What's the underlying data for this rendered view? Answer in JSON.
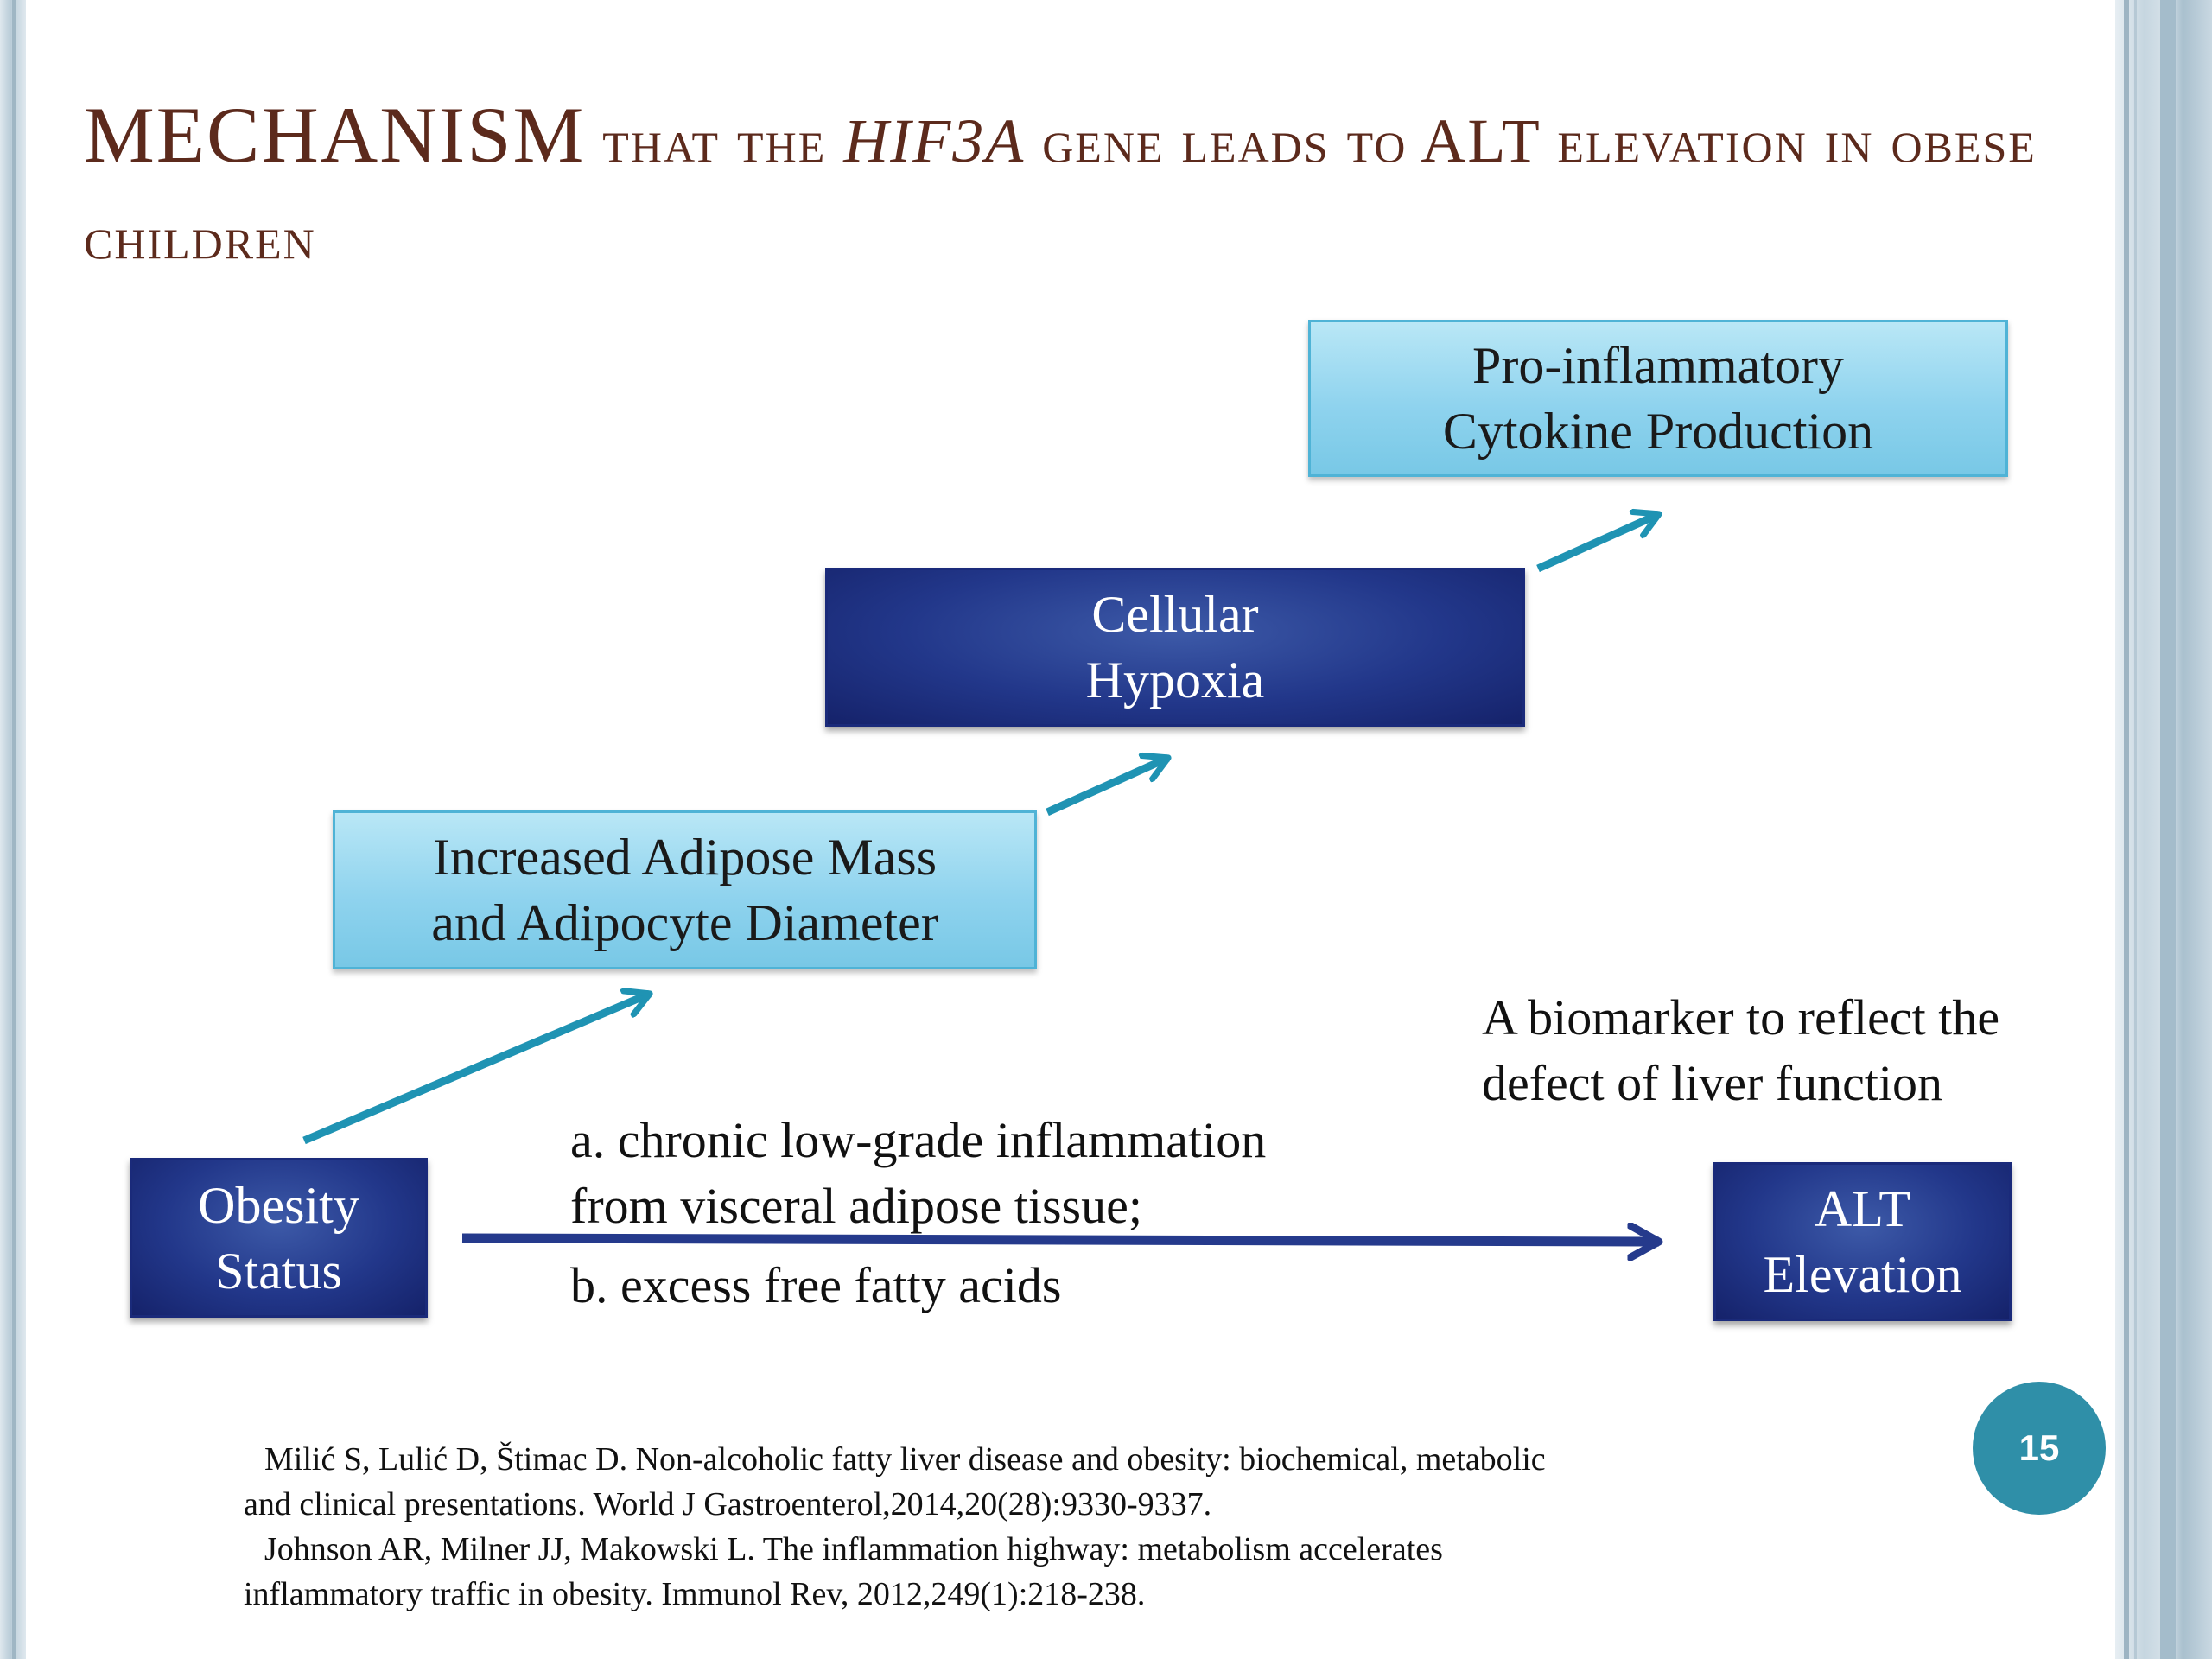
{
  "slide": {
    "title": {
      "part1": "MECHANISM",
      "part2": " that the ",
      "gene": "HIF3A",
      "part3": " gene leads to ALT elevation in obese children"
    },
    "nodes": {
      "cytokine": "Pro-inflammatory\nCytokine Production",
      "hypoxia": "Cellular\nHypoxia",
      "adipose": "Increased Adipose Mass\nand Adipocyte Diameter",
      "obesity": "Obesity\nStatus",
      "alt": "ALT\nElevation"
    },
    "notes": {
      "biomarker_line1": "A biomarker to reflect the",
      "biomarker_line2": "defect of liver function",
      "pathway_a_line1": "a. chronic low-grade inflammation",
      "pathway_a_line2": "from visceral adipose tissue;",
      "pathway_b": "b. excess free fatty acids"
    },
    "references": [
      "Milić S, Lulić D, Štimac D. Non-alcoholic fatty liver disease and obesity: biochemical, metabolic",
      "and clinical presentations. World J Gastroenterol,2014,20(28):9330-9337.",
      "Johnson AR, Milner JJ, Makowski L. The inflammation highway: metabolism accelerates",
      "inflammatory traffic in obesity. Immunol Rev, 2012,249(1):218-238."
    ],
    "page_number": "15",
    "colors": {
      "title": "#5c2a1c",
      "light_box": "#8fd3ee",
      "dark_box": "#22378a",
      "teal_arrow": "#1f93b3",
      "navy_arrow": "#253a8c",
      "page_badge": "#2f8fa8"
    }
  }
}
